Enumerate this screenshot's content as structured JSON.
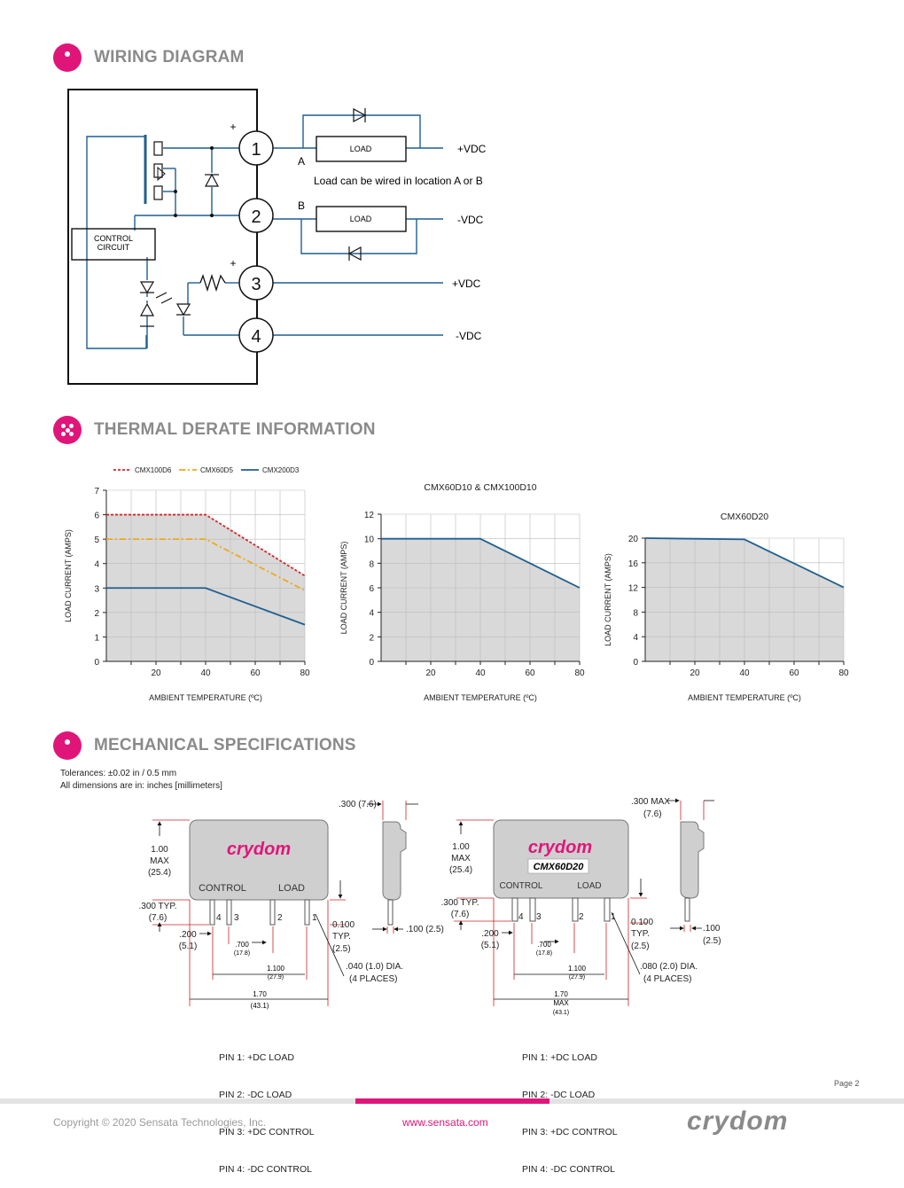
{
  "sections": {
    "wiring": {
      "title": "WIRING DIAGRAM"
    },
    "thermal": {
      "title": "THERMAL DERATE INFORMATION"
    },
    "mechanical": {
      "title": "MECHANICAL SPECIFICATIONS"
    }
  },
  "wiring_diagram": {
    "terminals": [
      "1",
      "2",
      "3",
      "4"
    ],
    "plus_signs": [
      "+",
      "+"
    ],
    "control_circuit": [
      "CONTROL",
      "CIRCUIT"
    ],
    "load_label": "LOAD",
    "location_a": "A",
    "location_b": "B",
    "load_note": "Load can be wired in location A or B",
    "supply_labels": [
      "+VDC",
      "-VDC",
      "+VDC",
      "-VDC"
    ]
  },
  "chart_data": [
    {
      "type": "line",
      "title": "",
      "xlabel": "AMBIENT TEMPERATURE (ºC)",
      "ylabel": "LOAD CURRENT (AMPS)",
      "xlim": [
        0,
        80
      ],
      "ylim": [
        0,
        7
      ],
      "xticks": [
        20,
        40,
        60,
        80
      ],
      "yticks": [
        0,
        1,
        2,
        3,
        4,
        5,
        6,
        7
      ],
      "grid": true,
      "legend": "top",
      "series": [
        {
          "name": "CMX100D6",
          "style": "dotted",
          "color": "#d7262b",
          "x": [
            0,
            40,
            80
          ],
          "y": [
            6,
            6,
            3.5
          ]
        },
        {
          "name": "CMX60D5",
          "style": "dashdot",
          "color": "#f0a81c",
          "x": [
            0,
            40,
            80
          ],
          "y": [
            5,
            5,
            2.9
          ]
        },
        {
          "name": "CMX200D3",
          "style": "solid",
          "color": "#1f5f91",
          "x": [
            0,
            40,
            80
          ],
          "y": [
            3,
            3,
            1.5
          ]
        }
      ]
    },
    {
      "type": "line",
      "title": "CMX60D10 & CMX100D10",
      "xlabel": "AMBIENT TEMPERATURE (ºC)",
      "ylabel": "LOAD CURRENT (AMPS)",
      "xlim": [
        0,
        80
      ],
      "ylim": [
        0,
        12
      ],
      "xticks": [
        20,
        40,
        60,
        80
      ],
      "yticks": [
        0,
        2,
        4,
        6,
        8,
        10,
        12
      ],
      "grid": true,
      "series": [
        {
          "style": "solid",
          "color": "#1f5f91",
          "x": [
            0,
            40,
            80
          ],
          "y": [
            10,
            10,
            6
          ]
        }
      ]
    },
    {
      "type": "line",
      "title": "CMX60D20",
      "xlabel": "AMBIENT TEMPERATURE (ºC)",
      "ylabel": "LOAD CURRENT (AMPS)",
      "xlim": [
        0,
        80
      ],
      "ylim": [
        0,
        20
      ],
      "xticks": [
        20,
        40,
        60,
        80
      ],
      "yticks": [
        0,
        4,
        8,
        12,
        16,
        20
      ],
      "grid": true,
      "series": [
        {
          "style": "solid",
          "color": "#1f5f91",
          "x": [
            0,
            40,
            80
          ],
          "y": [
            20,
            19.8,
            12
          ]
        }
      ]
    }
  ],
  "mechanical": {
    "tolerances": "Tolerances: ±0.02 in / 0.5 mm",
    "dimensions_note": "All dimensions are in: inches [millimeters]",
    "left": {
      "brand": "crydom",
      "control_label": "CONTROL",
      "load_label": "LOAD",
      "pins": [
        "4",
        "3",
        "2",
        "1"
      ],
      "dims": {
        "height": [
          "1.00",
          "MAX",
          "(25.4)"
        ],
        "pin_len": [
          ".300 TYP.",
          "(7.6)"
        ],
        "pin_gap": [
          ".200",
          "(5.1)"
        ],
        "ctl_gap": [
          ".700",
          "(17.8)"
        ],
        "span": [
          "1.100",
          "(27.9)"
        ],
        "width": [
          "1.70",
          "(43.1)"
        ],
        "pitch": [
          "0.100",
          "TYP.",
          "(2.5)"
        ],
        "dia": [
          ".040 (1.0) DIA.",
          "(4 PLACES)"
        ],
        "side_thk": ".300 (7.6)",
        "side_pin": ".100 (2.5)"
      },
      "pin_list": [
        "PIN 1: +DC LOAD",
        "PIN 2: -DC LOAD",
        "PIN 3: +DC CONTROL",
        "PIN 4: -DC CONTROL"
      ]
    },
    "right": {
      "brand": "crydom",
      "model": "CMX60D20",
      "control_label": "CONTROL",
      "load_label": "LOAD",
      "pins": [
        "4",
        "3",
        "2",
        "1"
      ],
      "dims": {
        "height": [
          "1.00",
          "MAX",
          "(25.4)"
        ],
        "pin_len": [
          ".300 TYP.",
          "(7.6)"
        ],
        "pin_gap": [
          ".200",
          "(5.1)"
        ],
        "ctl_gap": [
          ".700",
          "(17.8)"
        ],
        "span": [
          "1.100",
          "(27.9)"
        ],
        "width": [
          "1.70",
          "MAX",
          "(43.1)"
        ],
        "pitch": [
          "0.100",
          "TYP.",
          "(2.5)"
        ],
        "dia": [
          ".080 (2.0) DIA.",
          "(4 PLACES)"
        ],
        "side_thk": [
          ".300 MAX",
          "(7.6)"
        ],
        "side_pin": [
          ".100",
          "(2.5)"
        ]
      },
      "pin_list": [
        "PIN 1: +DC LOAD",
        "PIN 2: -DC LOAD",
        "PIN 3: +DC CONTROL",
        "PIN 4: -DC CONTROL"
      ]
    }
  },
  "page_number": "Page 2",
  "footer": {
    "copyright": "Copyright © 2020 Sensata Technologies, Inc.",
    "website": "www.sensata.com",
    "logo": "crydom"
  },
  "colors": {
    "accent": "#e0157a",
    "wire": "#1f5f91",
    "chart_fill": "#d9d9d9",
    "dim_red": "#cc2229"
  }
}
